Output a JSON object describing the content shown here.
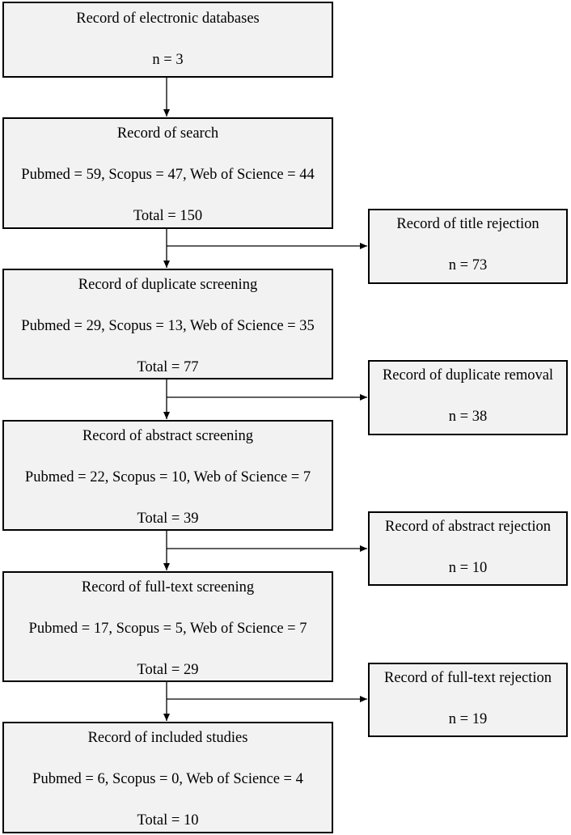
{
  "main_boxes": [
    {
      "title": "Record of electronic databases",
      "count": "n = 3"
    },
    {
      "title": "Record of search",
      "breakdown": "Pubmed = 59, Scopus = 47, Web of Science = 44",
      "total": "Total = 150"
    },
    {
      "title": "Record of duplicate screening",
      "breakdown": "Pubmed = 29, Scopus = 13, Web of Science = 35",
      "total": "Total = 77"
    },
    {
      "title": "Record of abstract screening",
      "breakdown": "Pubmed = 22, Scopus = 10, Web of Science = 7",
      "total": "Total = 39"
    },
    {
      "title": "Record of full-text screening",
      "breakdown": "Pubmed = 17, Scopus = 5, Web of Science = 7",
      "total": "Total = 29"
    },
    {
      "title": "Record of included studies",
      "breakdown": "Pubmed = 6, Scopus = 0, Web of Science = 4",
      "total": "Total = 10"
    }
  ],
  "side_boxes": [
    {
      "title": "Record of title rejection",
      "count": "n = 73"
    },
    {
      "title": "Record of duplicate removal",
      "count": "n = 38"
    },
    {
      "title": "Record of abstract rejection",
      "count": "n = 10"
    },
    {
      "title": "Record of full-text rejection",
      "count": "n = 19"
    }
  ]
}
